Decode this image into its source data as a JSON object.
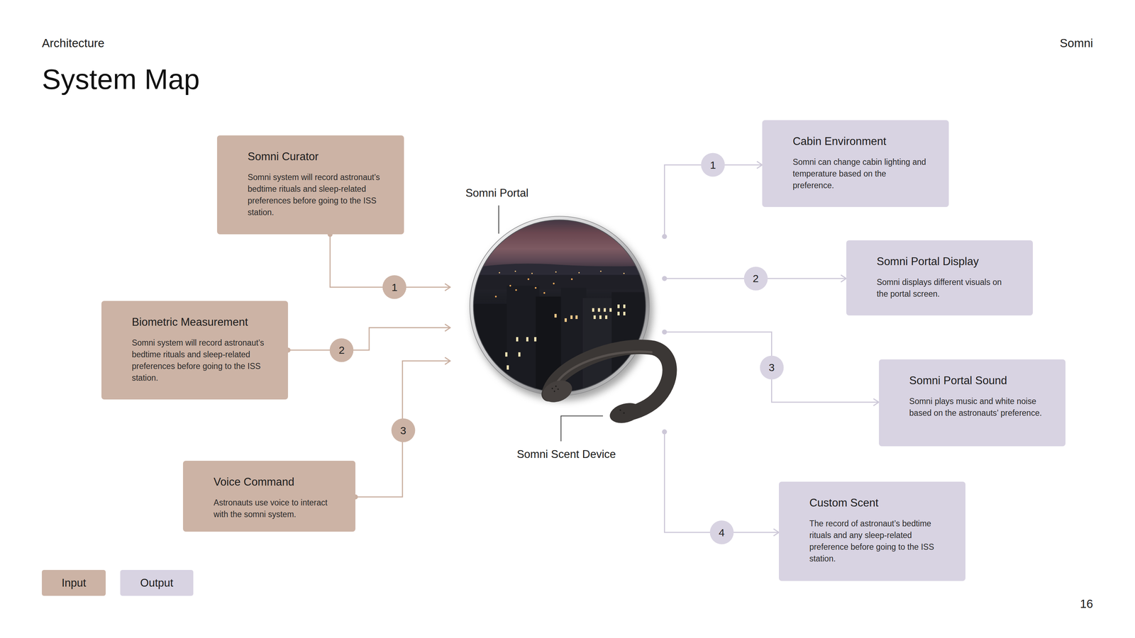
{
  "diagram": {
    "title": "System Map",
    "nodes": [
      {
        "text": [
          "Somni Curator",
          "Somni system will record astronaut’s bedtime rituals and sleep-related preferences before going to the ISS station."
        ]
      },
      {
        "text": [
          "Biometric Measurement",
          "Somni system will record astronaut’s bedtime rituals and sleep-related preferences before going to the ISS station."
        ]
      },
      {
        "text": [
          "Voice Command",
          "Astronauts use voice to interact with the somni system."
        ]
      },
      {
        "text": [
          "Somni Portal"
        ]
      },
      {
        "text": [
          "Cabin Environment",
          "Somni can change cabin lighting and temperature based on the preference."
        ]
      },
      {
        "text": [
          "Somni Portal Display",
          "Somni displays different visuals on the portal screen."
        ]
      },
      {
        "text": [
          "Somni Portal Sound",
          "Somni plays music and white noise based on the astronauts’ preference."
        ]
      },
      {
        "text": [
          "Custom Scent",
          "The record of astronaut’s bedtime rituals and any sleep-related preference before going to the ISS station."
        ]
      }
    ],
    "edges": [
      {
        "from": 0,
        "to": 3,
        "label": "1",
        "arrow": "to"
      },
      {
        "from": 1,
        "to": 3,
        "label": "2",
        "arrow": "to"
      },
      {
        "from": 2,
        "to": 3,
        "label": "3",
        "arrow": "to"
      },
      {
        "from": 3,
        "to": 4,
        "label": "1",
        "arrow": "to"
      },
      {
        "from": 3,
        "to": 5,
        "label": "2",
        "arrow": "to"
      },
      {
        "from": 3,
        "to": 6,
        "label": "3",
        "arrow": "to"
      },
      {
        "from": 3,
        "to": 7,
        "label": "4",
        "arrow": "to"
      }
    ],
    "labels": [
      "Architecture",
      "Somni",
      "Somni Scent Device",
      "16"
    ],
    "legend": [
      {
        "text": "Input",
        "color": "#ccb3a5"
      },
      {
        "text": "Output",
        "color": "#d8d3e2"
      }
    ]
  }
}
